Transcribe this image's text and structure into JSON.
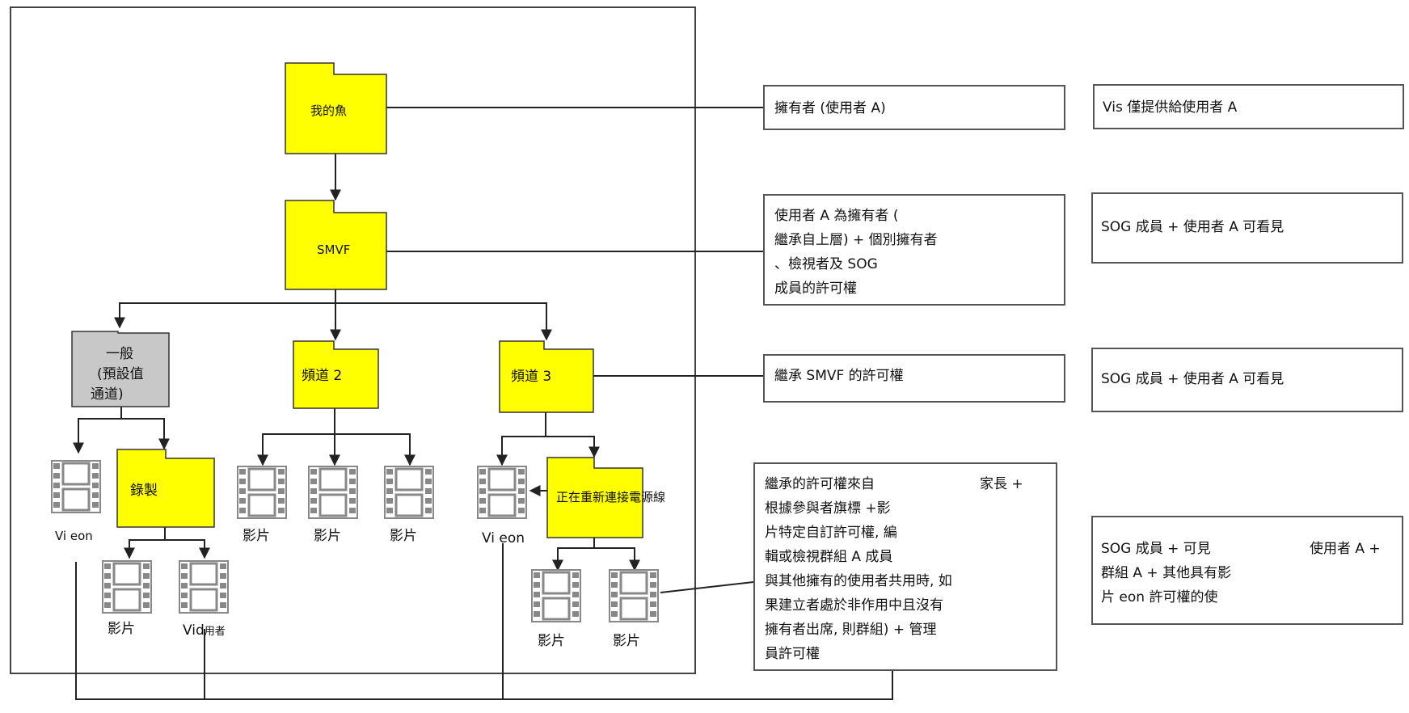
{
  "tree": {
    "root_folder": "我的魚",
    "smvf_folder": "SMVF",
    "general_channel": [
      "一般",
      "(預設值",
      "通道)"
    ],
    "channel2": "頻道 2",
    "channel3": "頻道 3",
    "recording_folder": "錄製",
    "reconnect_folder": "正在重新連接電源線",
    "video_labels": {
      "general_video": "Vi eon",
      "ch3_video": "Vi eon",
      "rec_video1": "影片",
      "rec_video2_prefix": "Vid",
      "rec_video2_suffix": "用者",
      "ch2_video1": "影片",
      "ch2_video2": "影片",
      "ch2_video3": "影片",
      "rc_video1": "影片",
      "rc_video2": "影片"
    }
  },
  "ownership_boxes": {
    "owner": "擁有者 (使用者 A)",
    "smvf_perms": [
      "使用者 A 為擁有者 (",
      "繼承自上層) + 個別擁有者",
      "、檢視者及 SOG",
      "成員的許可權"
    ],
    "inherit_smvf": "繼承 SMVF 的許可權",
    "video_perms": [
      "繼承的許可權來自",
      "家長 +",
      "根據參與者旗標 +影",
      "片特定自訂許可權, 編",
      "輯或檢視群組 A 成員",
      "與其他擁有的使用者共用時, 如",
      "果建立者處於非作用中且沒有",
      "擁有者出席, 則群組) + 管理",
      "員許可權"
    ]
  },
  "visibility_boxes": {
    "v1": "Vis 僅提供給使用者 A",
    "v2": "SOG 成員 + 使用者 A 可看見",
    "v3": "SOG 成員 + 使用者 A 可看見",
    "v4": [
      "SOG 成員 + 可見",
      "使用者 A +",
      "群組 A + 其他具有影",
      "片 eon 許可權的使"
    ]
  },
  "colors": {
    "folder_yellow": "#ffff00",
    "folder_gray": "#c8c8c8",
    "line": "#222222",
    "border": "#555555"
  }
}
